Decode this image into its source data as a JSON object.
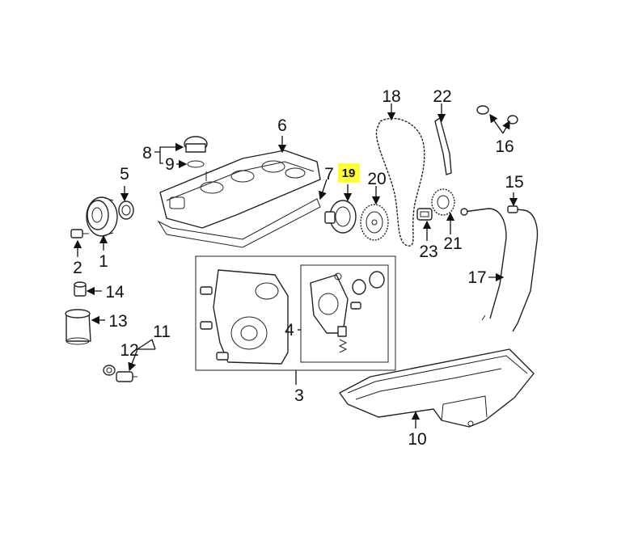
{
  "callouts": {
    "c1": "1",
    "c2": "2",
    "c3": "3",
    "c4": "4",
    "c5": "5",
    "c6": "6",
    "c7": "7",
    "c8": "8",
    "c9": "9",
    "c10": "10",
    "c11": "11",
    "c12": "12",
    "c13": "13",
    "c14": "14",
    "c15": "15",
    "c16": "16",
    "c17": "17",
    "c18": "18",
    "c19": "19",
    "c20": "20",
    "c21": "21",
    "c22": "22",
    "c23": "23"
  },
  "highlight": {
    "part": "19",
    "color": "#ffff33"
  },
  "colors": {
    "line": "#222222",
    "background": "#ffffff"
  }
}
